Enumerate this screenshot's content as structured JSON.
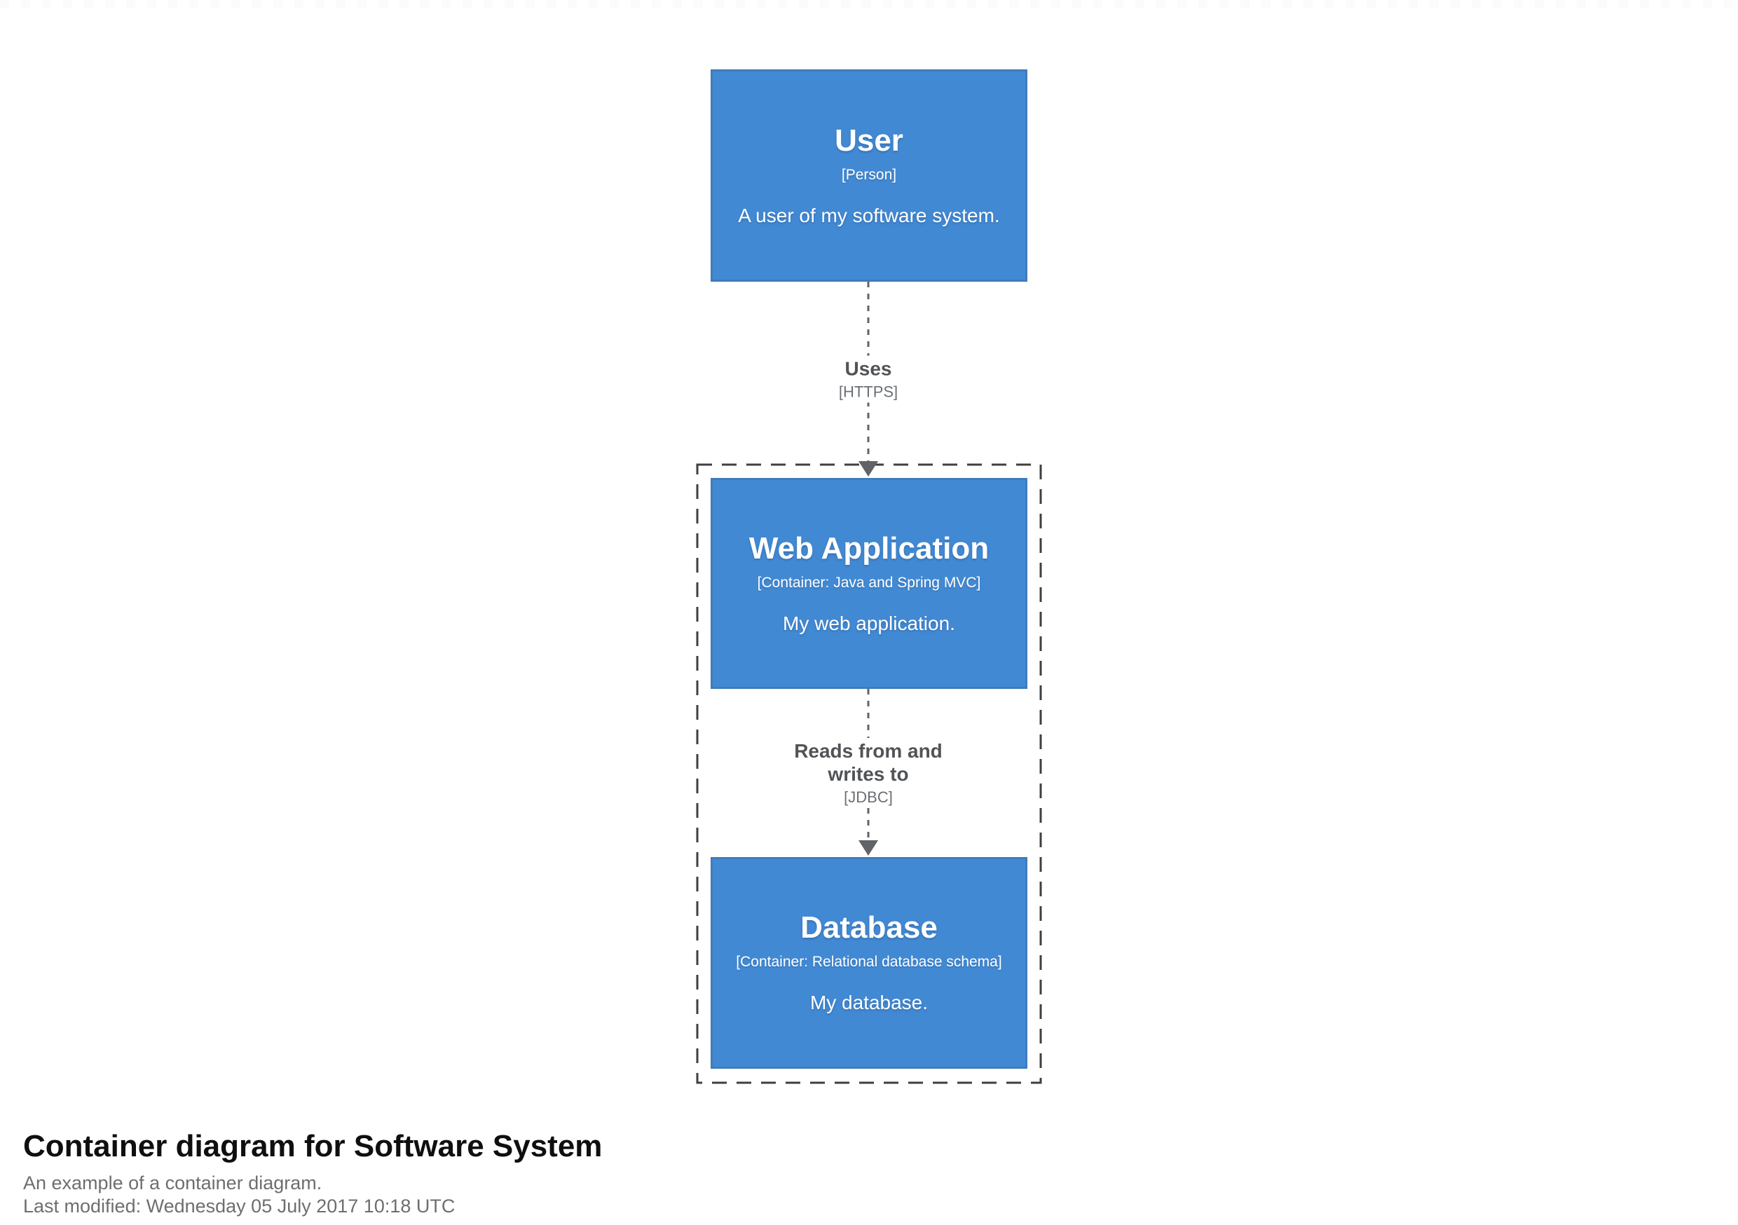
{
  "colors": {
    "element_fill": "#4289d4",
    "element_border": "#3f7cba",
    "element_text": "#ffffff",
    "boundary_border": "#3f3f3f",
    "relationship_line": "#606368",
    "relationship_label": "#515457",
    "relationship_meta": "#6b6f73",
    "footer_title": "#0f0f0f",
    "footer_text": "#6e6e6e"
  },
  "diagram": {
    "elements": [
      {
        "name": "User",
        "meta": "[Person]",
        "description": "A user of my software system."
      },
      {
        "name": "Web Application",
        "meta": "[Container: Java and Spring MVC]",
        "description": "My web application."
      },
      {
        "name": "Database",
        "meta": "[Container: Relational database schema]",
        "description": "My database."
      }
    ],
    "relationships": [
      {
        "label": "Uses",
        "meta": "[HTTPS]"
      },
      {
        "label": "Reads from and writes to",
        "meta": "[JDBC]"
      }
    ]
  },
  "footer": {
    "title": "Container diagram for Software System",
    "subtitle": "An example of a container diagram.",
    "last_modified": "Last modified: Wednesday 05 July 2017 10:18 UTC"
  }
}
